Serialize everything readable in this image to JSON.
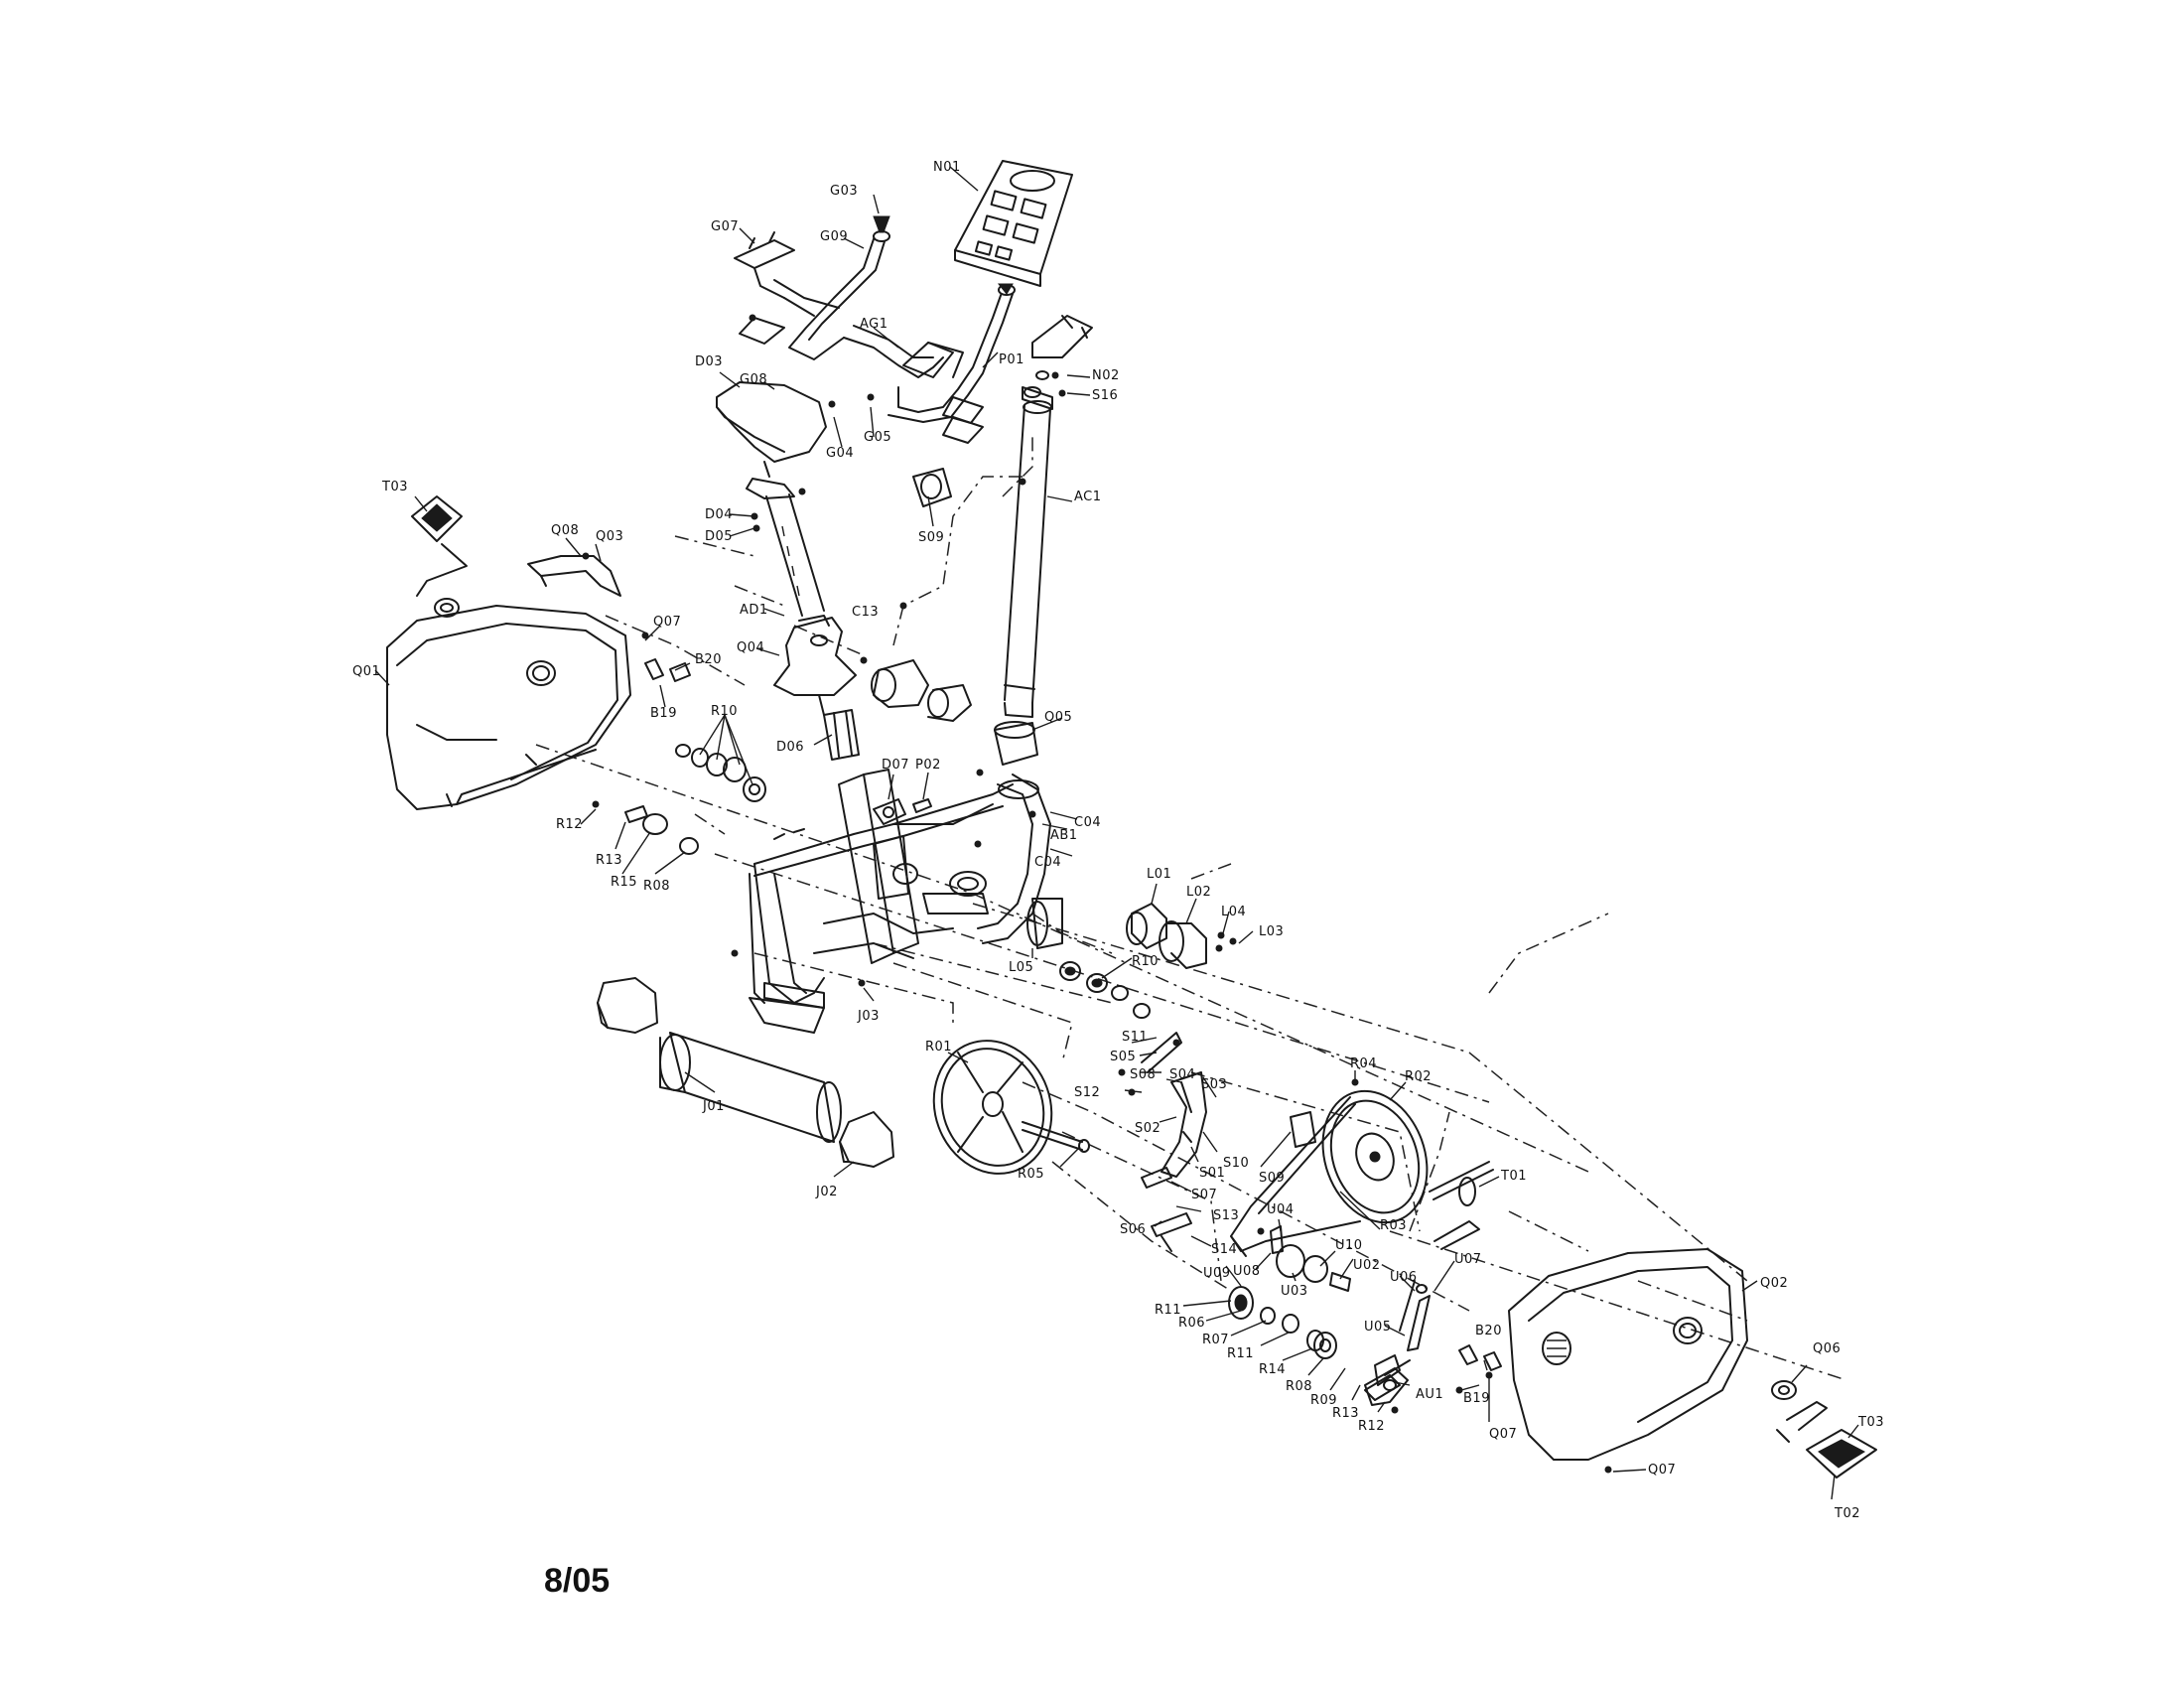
{
  "date_code": "8/05",
  "labels": {
    "N01": "N01",
    "G03": "G03",
    "G07": "G07",
    "G09": "G09",
    "AG1": "AG1",
    "P01": "P01",
    "N02": "N02",
    "S16": "S16",
    "D03": "D03",
    "G08": "G08",
    "G04": "G04",
    "G05": "G05",
    "S09a": "S09",
    "AC1": "AC1",
    "T03a": "T03",
    "Q08": "Q08",
    "Q03": "Q03",
    "Q07a": "Q07",
    "B20a": "B20",
    "B19a": "B19",
    "Q01": "Q01",
    "D04": "D04",
    "D05": "D05",
    "AD1": "AD1",
    "C13": "C13",
    "Q04": "Q04",
    "Q05": "Q05",
    "R10a": "R10",
    "D06": "D06",
    "D07": "D07",
    "P02": "P02",
    "AB1": "AB1",
    "C04a": "C04",
    "C04b": "C04",
    "R12a": "R12",
    "R13a": "R13",
    "R15": "R15",
    "R08a": "R08",
    "L01": "L01",
    "L02": "L02",
    "L04": "L04",
    "L03": "L03",
    "L05": "L05",
    "R10b": "R10",
    "J03": "J03",
    "R01": "R01",
    "J01": "J01",
    "J02": "J02",
    "S11": "S11",
    "S05": "S05",
    "S08": "S08",
    "S04": "S04",
    "S12": "S12",
    "S03": "S03",
    "S02": "S02",
    "S01": "S01",
    "S10": "S10",
    "S09b": "S09",
    "R04": "R04",
    "R02": "R02",
    "T01": "T01",
    "R05": "R05",
    "S07": "S07",
    "S13": "S13",
    "S06": "S06",
    "S14": "S14",
    "U04": "U04",
    "R03": "R03",
    "U10": "U10",
    "U09": "U09",
    "U08": "U08",
    "U03": "U03",
    "U02": "U02",
    "U06": "U06",
    "U07": "U07",
    "R11a": "R11",
    "R06": "R06",
    "R07": "R07",
    "R11b": "R11",
    "U05": "U05",
    "R14": "R14",
    "R08b": "R08",
    "R09": "R09",
    "R13b": "R13",
    "R12b": "R12",
    "AU1": "AU1",
    "B20b": "B20",
    "B19b": "B19",
    "Q07b": "Q07",
    "Q07c": "Q07",
    "Q02": "Q02",
    "Q06": "Q06",
    "T03b": "T03",
    "T02": "T02"
  }
}
